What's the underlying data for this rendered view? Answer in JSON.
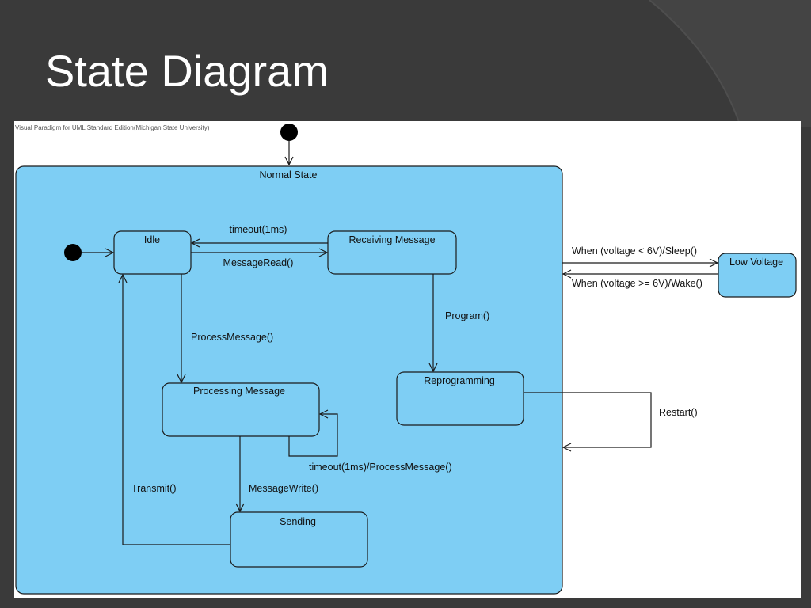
{
  "slide": {
    "title": "State Diagram"
  },
  "diagram": {
    "watermark": "Visual Paradigm for UML Standard Edition(Michigan State University)",
    "composite_state": "Normal State",
    "states": {
      "idle": "Idle",
      "receiving": "Receiving Message",
      "processing": "Processing Message",
      "reprogramming": "Reprogramming",
      "sending": "Sending",
      "low_voltage": "Low Voltage"
    },
    "transitions": {
      "timeout": "timeout(1ms)",
      "message_read": "MessageRead()",
      "process_message": "ProcessMessage()",
      "program": "Program()",
      "timeout_process": "timeout(1ms)/ProcessMessage()",
      "message_write": "MessageWrite()",
      "transmit": "Transmit()",
      "restart": "Restart()",
      "sleep": "When (voltage < 6V)/Sleep()",
      "wake": "When (voltage >= 6V)/Wake()"
    },
    "colors": {
      "state_fill": "#7ecef4",
      "stroke": "#1a1a1a",
      "panel": "#ffffff",
      "background": "#3a3a3a"
    }
  }
}
